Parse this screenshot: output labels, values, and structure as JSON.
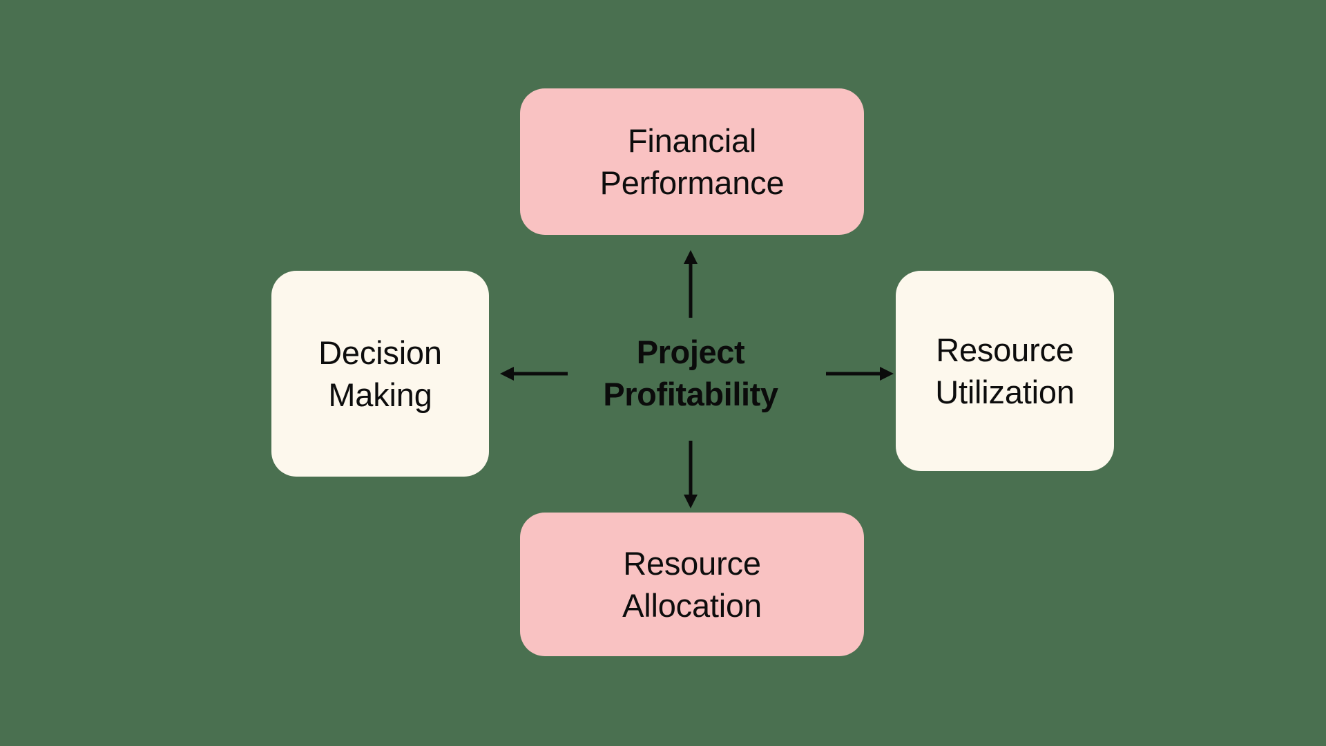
{
  "diagram": {
    "background_color": "#4a7050",
    "text_color": "#0d0d0d",
    "center": {
      "label": "Project\nProfitability",
      "line1": "Project",
      "line2": "Profitability"
    },
    "nodes": [
      {
        "id": "financial-performance",
        "label": "Financial\nPerformance",
        "position": "top",
        "color": "#f9c2c2",
        "style": "pink"
      },
      {
        "id": "resource-utilization",
        "label": "Resource\nUtilization",
        "position": "right",
        "color": "#fdf8ed",
        "style": "cream"
      },
      {
        "id": "resource-allocation",
        "label": "Resource\nAllocation",
        "position": "bottom",
        "color": "#f9c2c2",
        "style": "pink"
      },
      {
        "id": "decision-making",
        "label": "Decision\nMaking",
        "position": "left",
        "color": "#fdf8ed",
        "style": "cream"
      }
    ],
    "arrows": [
      {
        "id": "arrow-up",
        "direction": "up",
        "from": "center",
        "to": "financial-performance"
      },
      {
        "id": "arrow-right",
        "direction": "right",
        "from": "center",
        "to": "resource-utilization"
      },
      {
        "id": "arrow-down",
        "direction": "down",
        "from": "center",
        "to": "resource-allocation"
      },
      {
        "id": "arrow-left",
        "direction": "left",
        "from": "center",
        "to": "decision-making"
      }
    ]
  }
}
